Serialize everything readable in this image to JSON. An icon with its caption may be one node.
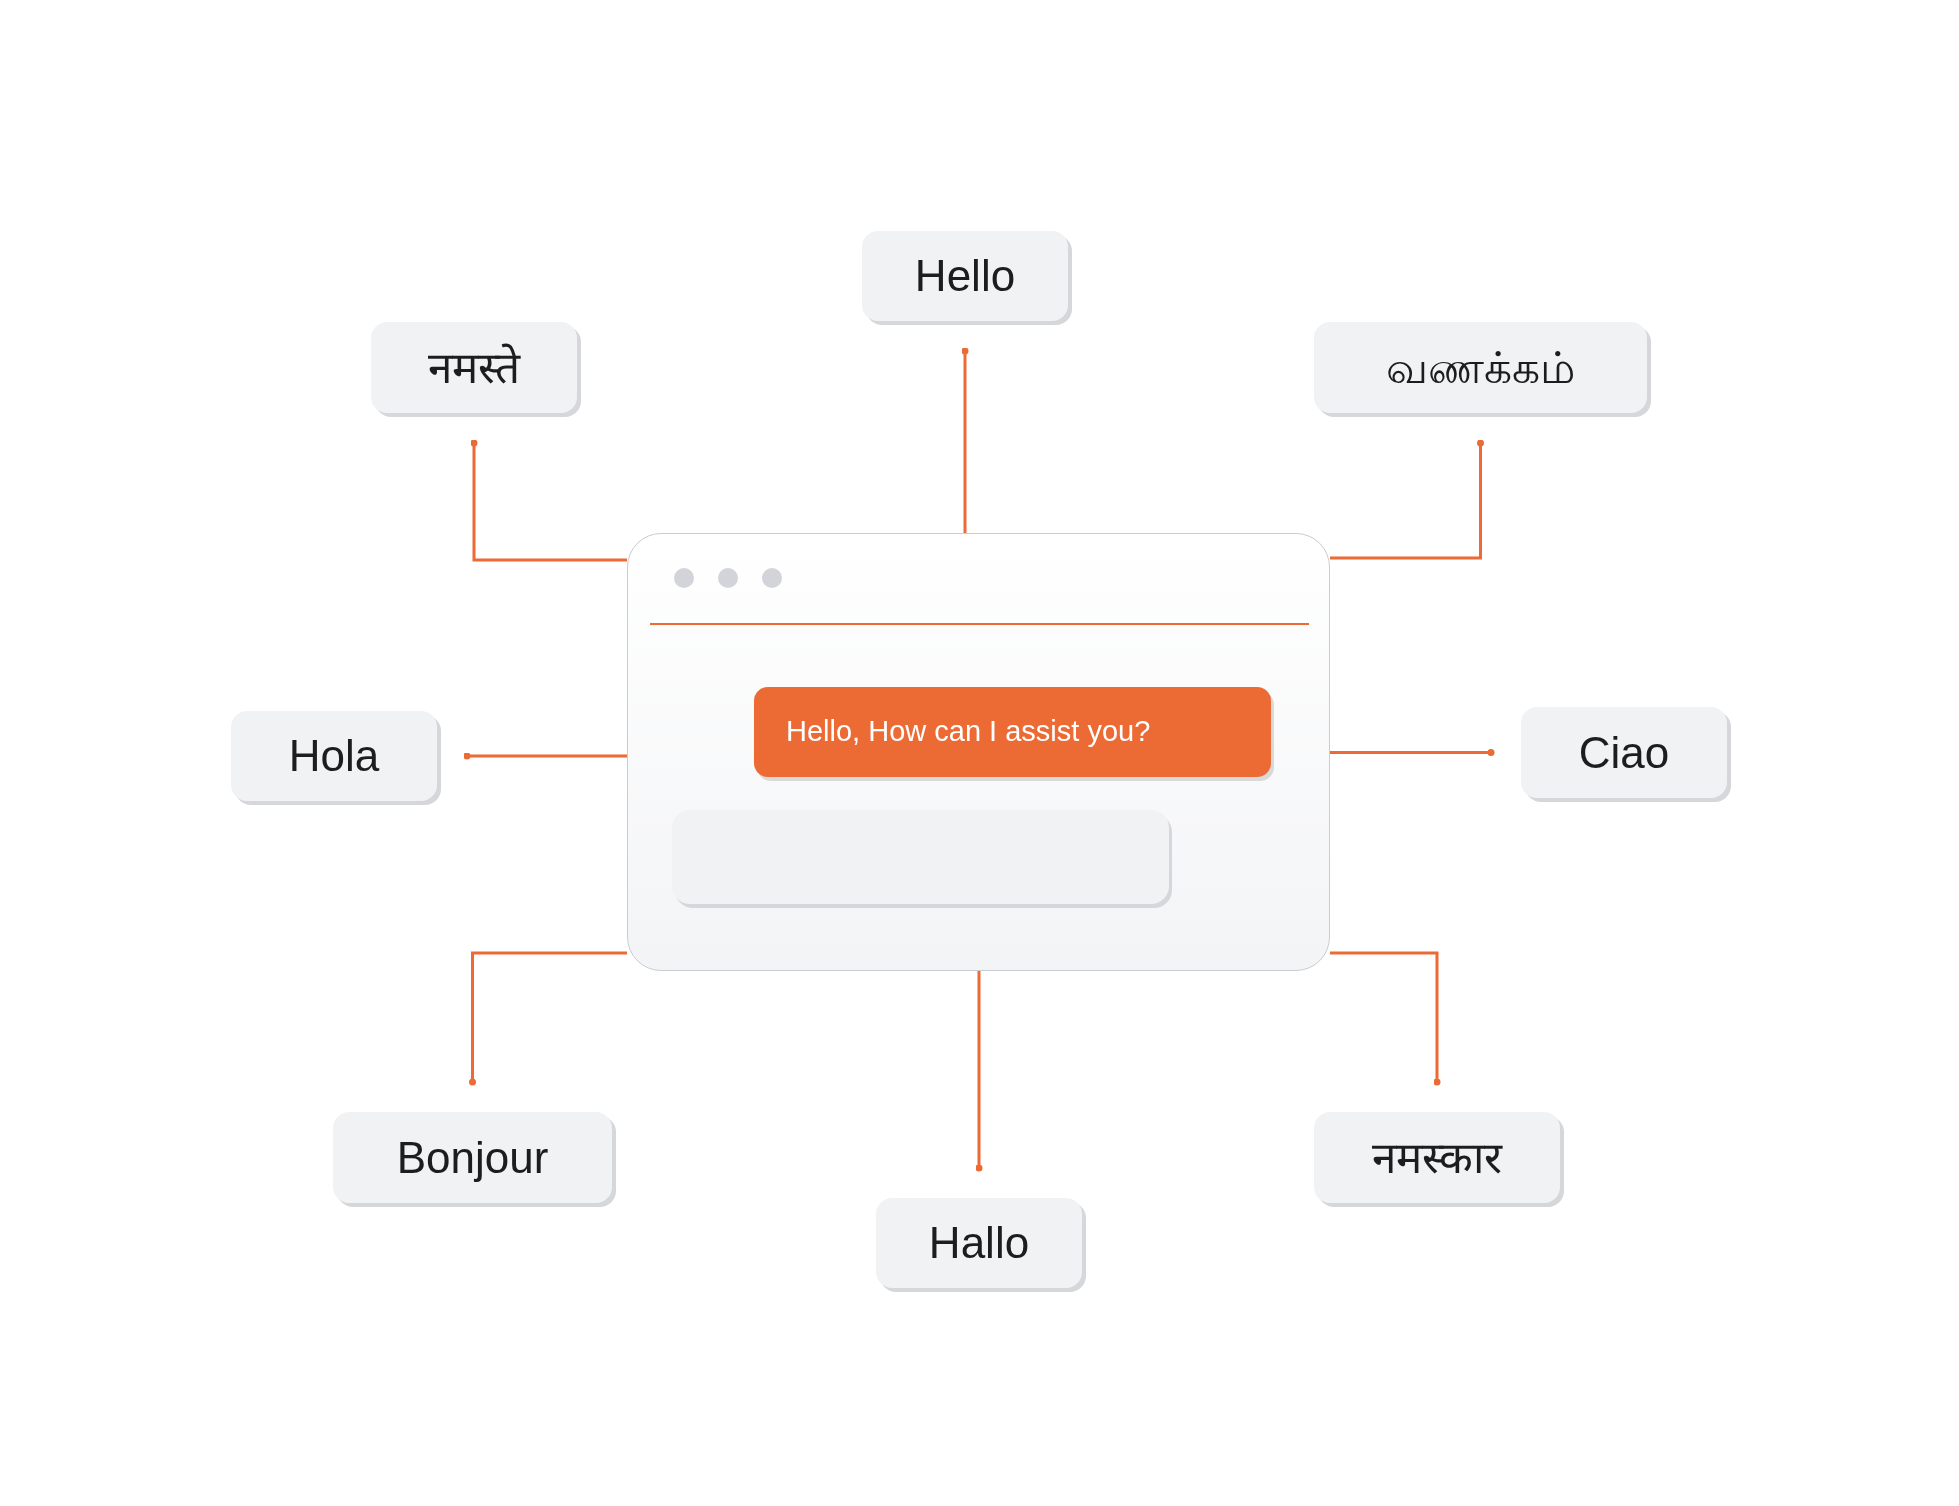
{
  "diagram": {
    "nodes": [
      {
        "text": [],
        "shape": "box"
      },
      {
        "text": [
          "Hello, How can I assist you?"
        ],
        "in": 0
      },
      {
        "text": [],
        "shape": "box",
        "in": 0
      },
      {
        "text": [
          "Hello"
        ]
      },
      {
        "text": [
          "नमस्ते"
        ]
      },
      {
        "text": [
          "வணக்கம்"
        ]
      },
      {
        "text": [
          "Hola"
        ]
      },
      {
        "text": [
          "Ciao"
        ]
      },
      {
        "text": [
          "Bonjour"
        ]
      },
      {
        "text": [
          "नमस्कार"
        ]
      },
      {
        "text": [
          "Hallo"
        ]
      }
    ],
    "edges": [
      {
        "from": 0,
        "to": 3,
        "arrow": "other"
      },
      {
        "from": 0,
        "to": 4,
        "arrow": "other"
      },
      {
        "from": 0,
        "to": 5,
        "arrow": "other"
      },
      {
        "from": 0,
        "to": 6,
        "arrow": "other"
      },
      {
        "from": 0,
        "to": 7,
        "arrow": "other"
      },
      {
        "from": 0,
        "to": 8,
        "arrow": "other"
      },
      {
        "from": 0,
        "to": 9,
        "arrow": "other"
      },
      {
        "from": 0,
        "to": 10,
        "arrow": "other"
      }
    ]
  }
}
